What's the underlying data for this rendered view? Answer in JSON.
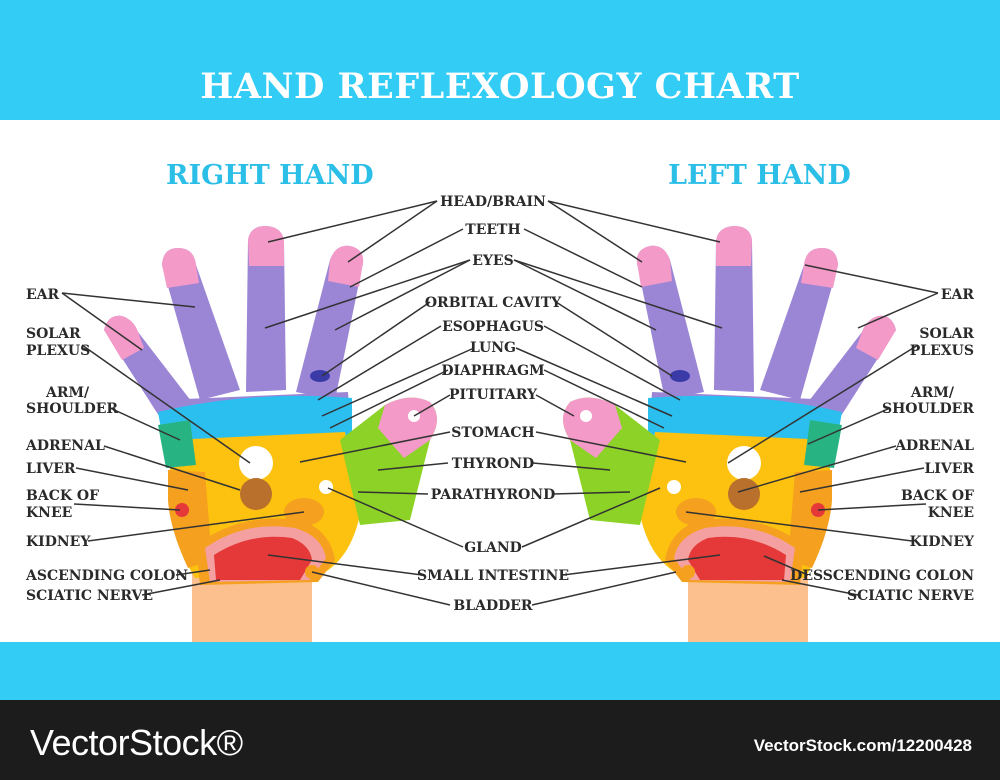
{
  "title": "HAND REFLEXOLOGY CHART",
  "right_hand_title": "RIGHT HAND",
  "left_hand_title": "LEFT HAND",
  "labels": {
    "head_brain": "HEAD/BRAIN",
    "teeth": "TEETH",
    "eyes": "EYES",
    "orbital_cavity": "ORBITAL CAVITY",
    "esophagus": "ESOPHAGUS",
    "lung": "LUNG",
    "diaphragm": "DIAPHRAGM",
    "pituitary": "PITUITARY",
    "stomach": "STOMACH",
    "thyrond": "THYROND",
    "parathyrond": "PARATHYROND",
    "gland": "GLAND",
    "small_intestine": "SMALL INTESTINE",
    "bladder": "BLADDER",
    "ear": "EAR",
    "solar": "SOLAR",
    "plexus": "PLEXUS",
    "arm": "ARM/",
    "shoulder": "SHOULDER",
    "adrenal": "ADRENAL",
    "liver": "LIVER",
    "back_of": "BACK OF",
    "knee": "KNEE",
    "kidney": "KIDNEY",
    "ascending_colon": "ASCENDING COLON",
    "desscending_colon": "DESSCENDING COLON",
    "sciatic_nerve": "SCIATIC NERVE"
  },
  "colors": {
    "band": "#33ccf5",
    "fingers": "#9b86d6",
    "fingertips": "#f49ac9",
    "palm_blue": "#2bbff0",
    "palm_yellow": "#fcc20f",
    "thumb_green": "#8cd227",
    "side_green": "#28b482",
    "orange": "#f5a01e",
    "red": "#e53838",
    "wrist": "#fbc08e",
    "brown": "#b8702c"
  },
  "watermark": {
    "brand": "VectorStock®",
    "id": "VectorStock.com/12200428"
  }
}
